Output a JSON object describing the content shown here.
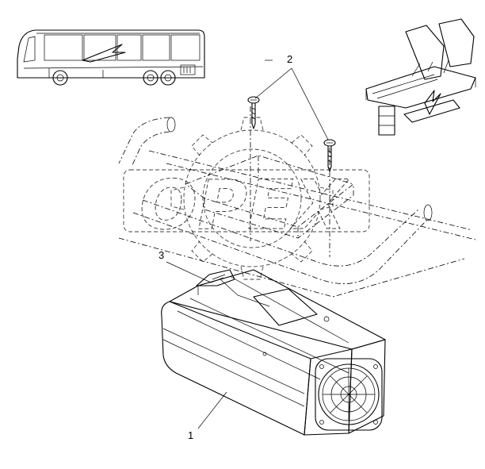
{
  "diagram": {
    "callouts": [
      {
        "id": "callout-1",
        "label": "1"
      },
      {
        "id": "callout-2",
        "label": "2"
      },
      {
        "id": "callout-3",
        "label": "3"
      }
    ],
    "watermark": "OPEX",
    "icons": [
      "coach-bus-icon",
      "seat-location-icon",
      "screw-icon",
      "heater-unit-icon",
      "duct-icon"
    ]
  }
}
